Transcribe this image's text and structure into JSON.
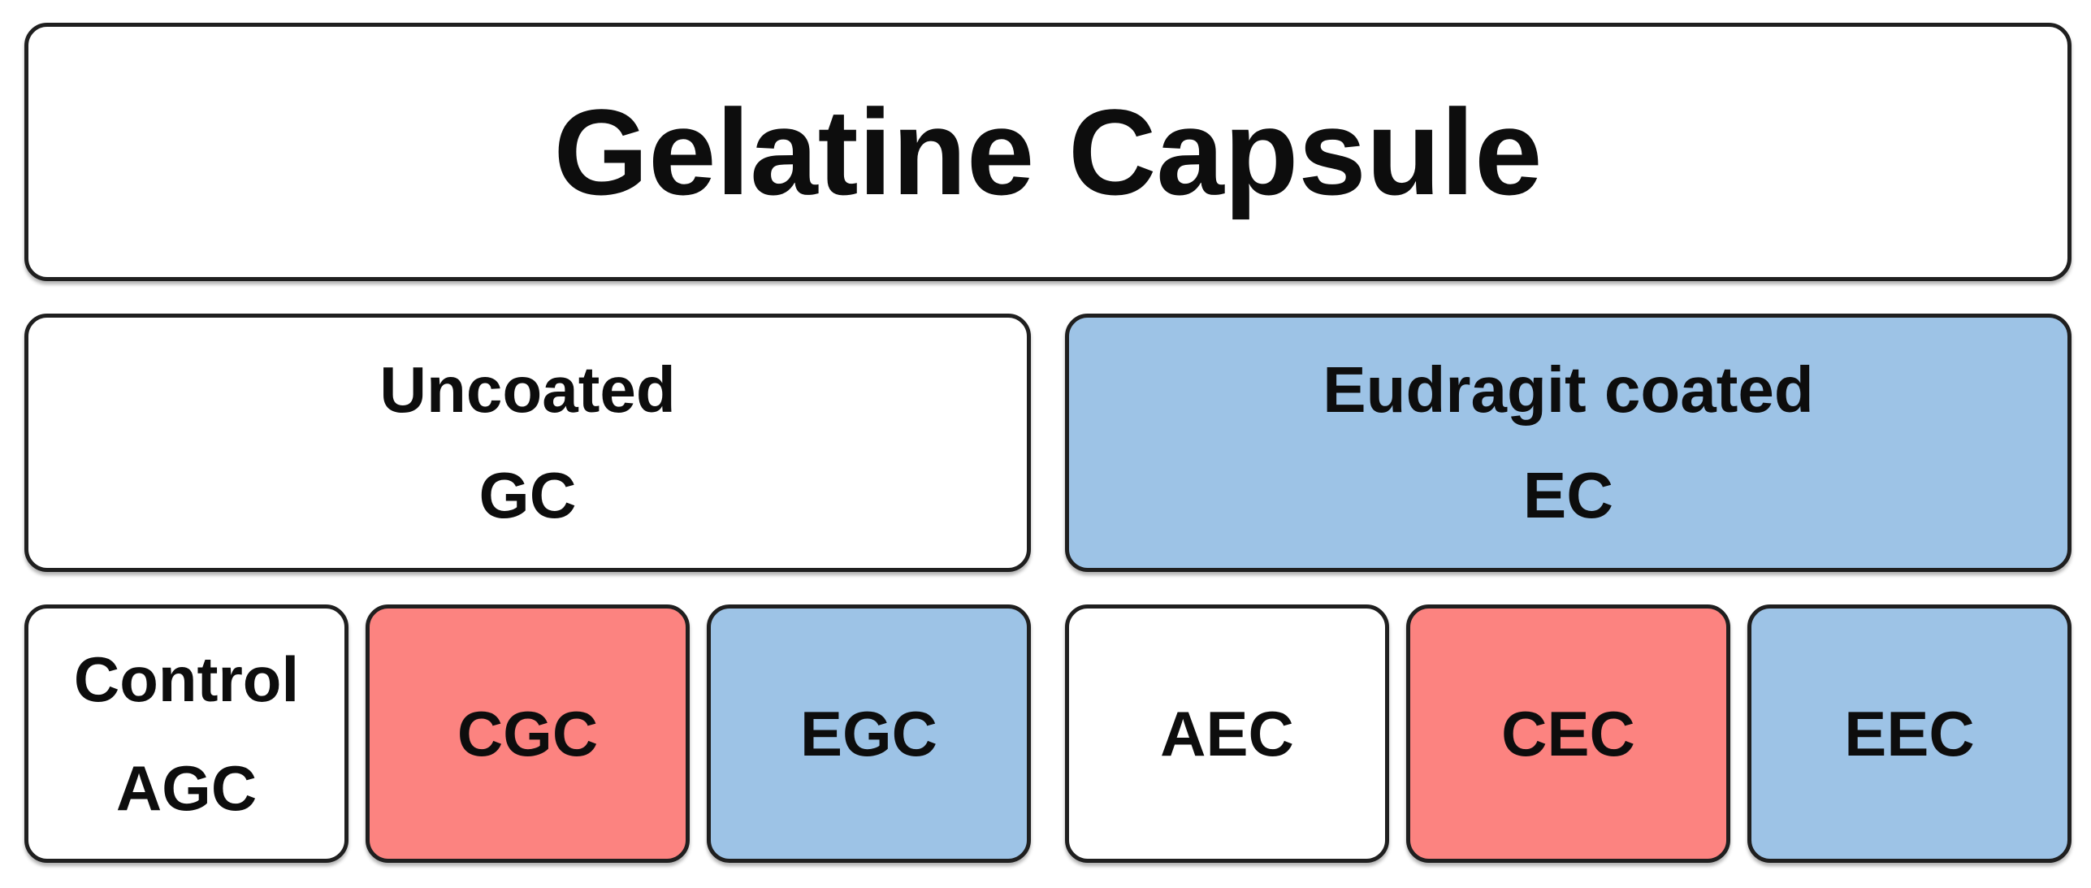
{
  "figure": {
    "title": "Gelatine Capsule",
    "branches": [
      {
        "name": "Uncoated",
        "code": "GC"
      },
      {
        "name": "Eudragit coated",
        "code": "EC"
      }
    ],
    "leaves": [
      {
        "lines": [
          "Control",
          "AGC"
        ]
      },
      {
        "lines": [
          "CGC"
        ]
      },
      {
        "lines": [
          "EGC"
        ]
      },
      {
        "lines": [
          "AEC"
        ]
      },
      {
        "lines": [
          "CEC"
        ]
      },
      {
        "lines": [
          "EEC"
        ]
      }
    ],
    "colors": {
      "white": "#FFFFFF",
      "blue": "#9DC3E6",
      "red": "#FC8380",
      "border": "#1F1F1F",
      "text": "#0D0D0D"
    }
  }
}
